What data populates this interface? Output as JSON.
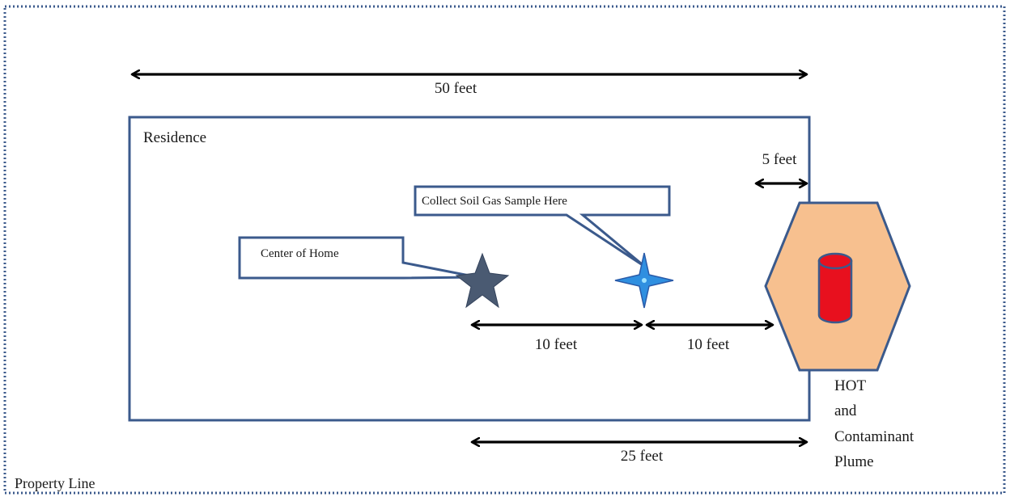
{
  "property_line": {
    "label": "Property Line"
  },
  "residence": {
    "label": "Residence"
  },
  "dimensions": {
    "total_width": "50 feet",
    "setback": "5 feet",
    "center_to_sample": "10 feet",
    "sample_to_hot": "10 feet",
    "center_to_edge": "25 feet"
  },
  "callouts": {
    "center_of_home": "Center of Home",
    "soil_gas_sample": "Collect Soil Gas Sample Here"
  },
  "hot": {
    "lines": [
      "HOT",
      "and",
      "Contaminant",
      "Plume"
    ]
  },
  "colors": {
    "border_blue": "#3b5a8c",
    "center_star": "#4a5a72",
    "sample_star": "#2f8fe0",
    "plume_fill": "#f7c08f",
    "plume_stroke": "#3b5a8c",
    "tank_red": "#e8101e",
    "tank_stroke": "#3b5a8c",
    "arrow": "#000000"
  }
}
